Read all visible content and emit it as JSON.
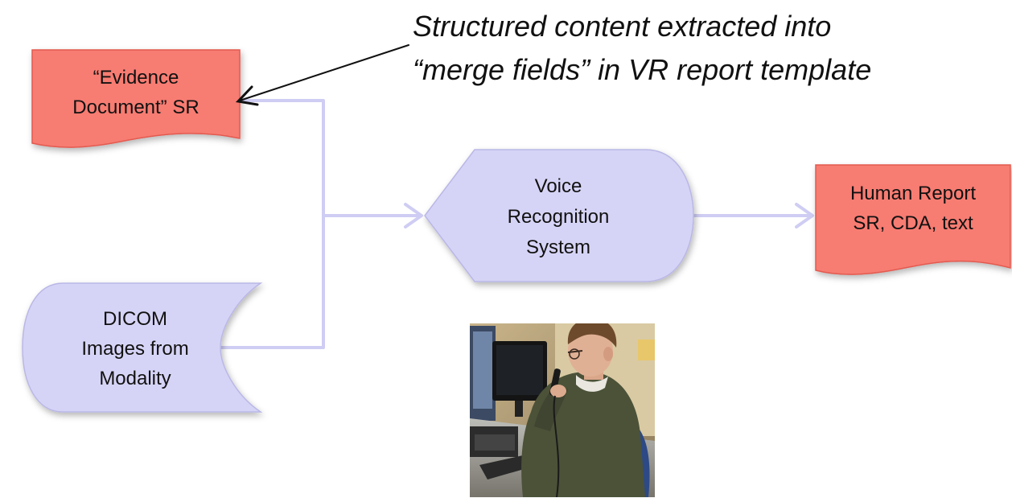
{
  "annotation": {
    "line1": "Structured content extracted into",
    "line2": "“merge fields” in VR report template"
  },
  "nodes": {
    "evidence": {
      "line1": "“Evidence",
      "line2": "Document” SR"
    },
    "voice": {
      "line1": "Voice",
      "line2": "Recognition",
      "line3": "System"
    },
    "human": {
      "line1": "Human Report",
      "line2": "SR, CDA, text"
    },
    "dicom": {
      "line1": "DICOM",
      "line2": "Images from",
      "line3": "Modality"
    }
  },
  "colors": {
    "document_fill": "#f77b72",
    "document_stroke": "#e35a50",
    "process_fill": "#d6d4f6",
    "process_stroke": "#b9b7e6",
    "connector": "#cfcdf3",
    "annotation_arrow": "#111111"
  },
  "photo": {
    "subject": "radiologist-dictating"
  }
}
